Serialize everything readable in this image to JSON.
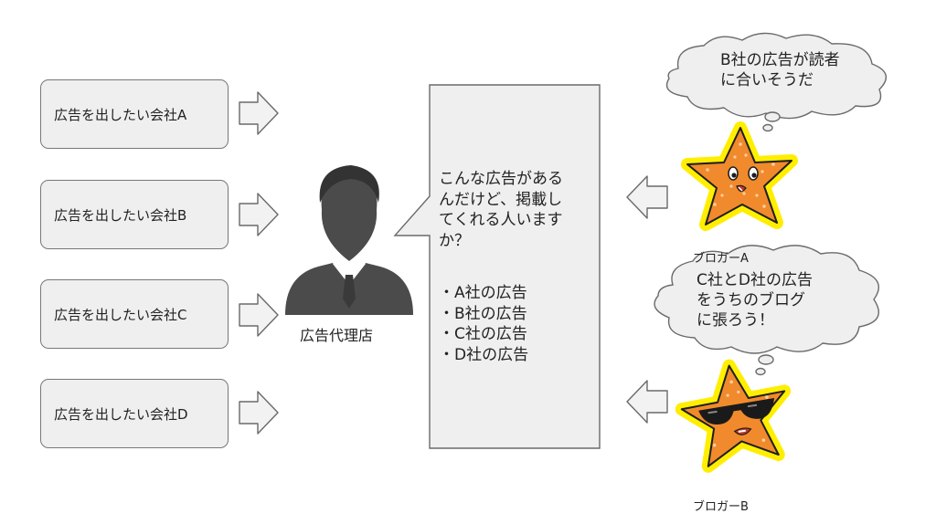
{
  "companies": [
    {
      "label": "広告を出したい会社A"
    },
    {
      "label": "広告を出したい会社B"
    },
    {
      "label": "広告を出したい会社C"
    },
    {
      "label": "広告を出したい会社D"
    }
  ],
  "agency": {
    "label": "広告代理店"
  },
  "speech": {
    "text": "こんな広告がある\nんだけど、掲載し\nてくれる人います\nか？",
    "items": [
      "A社の広告",
      "B社の広告",
      "C社の広告",
      "D社の広告"
    ]
  },
  "bloggers": [
    {
      "name": "ブロガーA",
      "thought": "B社の広告が読者\nに合いそうだ"
    },
    {
      "name": "ブロガーB",
      "thought": "C社とD社の広告\nをうちのブログ\nに張ろう！"
    }
  ],
  "colors": {
    "box_fill": "#efefef",
    "outline": "#777777",
    "person": "#4a4a4a",
    "star_fill": "#f08a2c",
    "star_glow": "#ffee00"
  },
  "icons": [
    "right-arrow-icon",
    "left-arrow-icon",
    "businessman-icon",
    "starfish-icon",
    "sunglasses-icon"
  ]
}
